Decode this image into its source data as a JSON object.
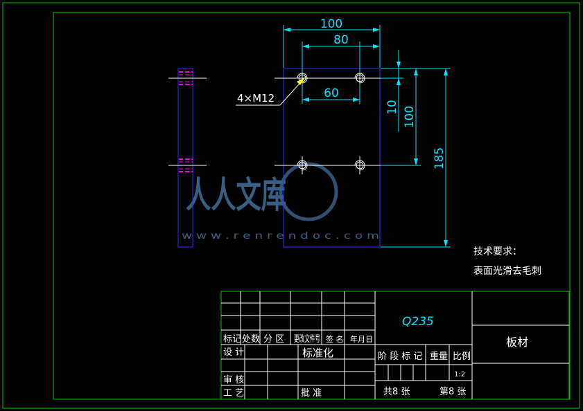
{
  "colors": {
    "background": "#000000",
    "border": "#00c800",
    "part": "#3030ff",
    "dimension": "#00e5ff",
    "center_line": "#ffffff",
    "hidden_line": "#ff00ff",
    "leader": "#ffff00",
    "watermark": "#4a7fb0"
  },
  "dimensions": {
    "width_total": "100",
    "width_holes_outer": "80",
    "width_holes_inner": "60",
    "height_offset": "10",
    "height_holes": "100",
    "height_total": "185"
  },
  "hole_callout": "4×M12",
  "technical_requirements": {
    "title": "技术要求：",
    "line1": "表面光滑去毛刺"
  },
  "title_block": {
    "material": "Q235",
    "part_name": "板材",
    "scale": "1:2",
    "revision_headers": [
      "标记",
      "处数",
      "分 区",
      "更改文件号",
      "签 名",
      "年月日"
    ],
    "design": "设 计",
    "standardization": "标准化",
    "review": "审 核",
    "process": "工 艺",
    "approve": "批 准",
    "stage_marks": "阶 段 标 记",
    "weight": "重量",
    "ratio": "比例",
    "sheets_total": "共8 张",
    "sheet_no": "第8 张"
  },
  "watermark": {
    "text": "人人文库",
    "url": "w w w . r e n r e n d o c . c o m"
  }
}
